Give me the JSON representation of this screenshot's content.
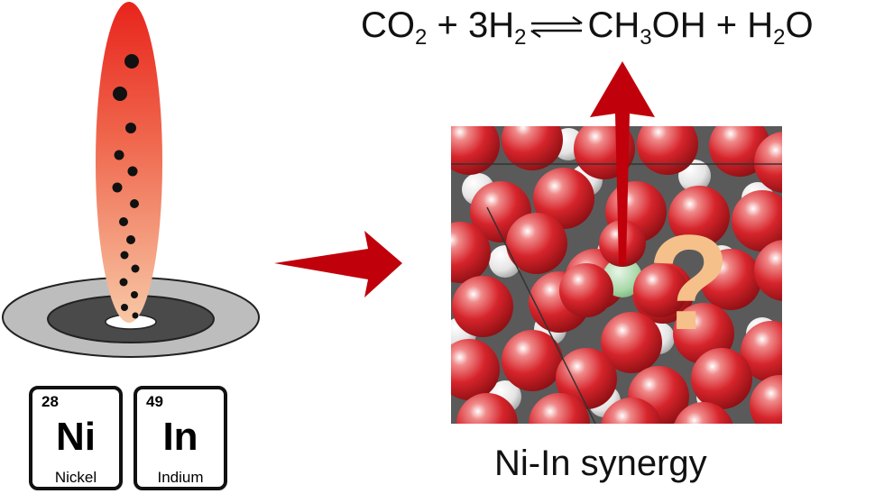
{
  "equation": {
    "reactant1": "CO",
    "reactant1_sub": "2",
    "plus1": " + ",
    "reactant2": "3H",
    "reactant2_sub": "2",
    "product1": "CH",
    "product1_sub": "3",
    "product1_rest": "OH",
    "plus2": " + ",
    "product2": "H",
    "product2_sub": "2",
    "product2_rest": "O"
  },
  "elements": [
    {
      "number": "28",
      "symbol": "Ni",
      "name": "Nickel"
    },
    {
      "number": "49",
      "symbol": "In",
      "name": "Indium"
    }
  ],
  "caption": "Ni-In synergy",
  "question_mark": "?",
  "colors": {
    "arrow_red": "#c0000b",
    "oxygen_red": "#d6242b",
    "hydrogen_white": "#e4e4e4",
    "active_site_green": "#a8d8a8",
    "question_peach": "#f5c08a",
    "flame_top": "#e8241c",
    "flame_bottom": "#f7c4a0",
    "target_light": "#bdbdbd",
    "target_dark": "#4a4a4a"
  }
}
